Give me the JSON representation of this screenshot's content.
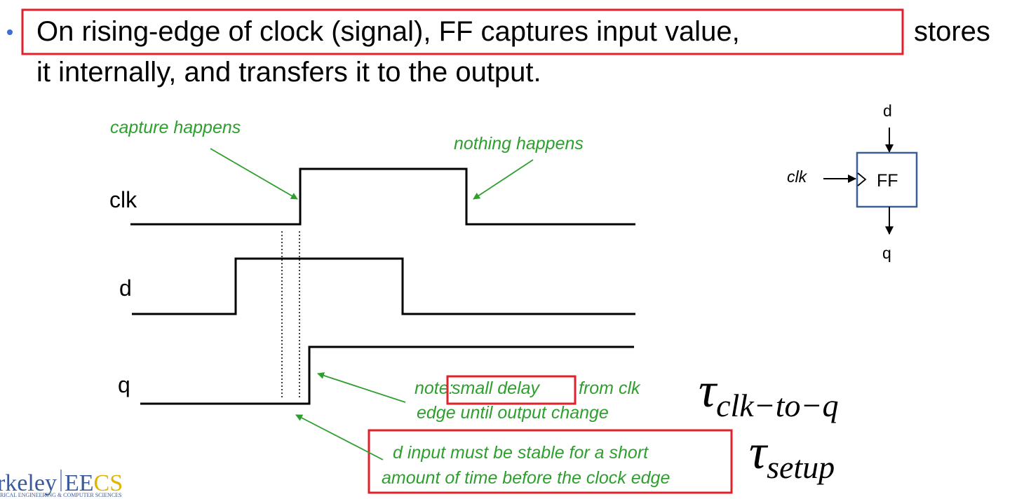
{
  "bullet": {
    "line1_boxed": "On rising-edge of clock (signal), FF captures input value,",
    "line1_rest": "stores",
    "line2": "it internally, and transfers it to the output."
  },
  "signals": {
    "clk": "clk",
    "d": "d",
    "q": "q"
  },
  "annotations": {
    "capture": "capture happens",
    "nothing": "nothing happens",
    "note_pre": "note:",
    "note_boxed": "small delay",
    "note_post": "from clk",
    "note_line2": "edge until output change",
    "setup_line1": "d input must be stable for a short",
    "setup_line2": "amount of time before the clock edge"
  },
  "ff": {
    "label": "FF",
    "in": "d",
    "out": "q",
    "clk": "clk"
  },
  "tau": {
    "symbol": "τ",
    "clk_to_q_sub": "clk−to−q",
    "setup_sub": "setup"
  },
  "logo": {
    "text_a": "rkeley",
    "text_b": "EE",
    "text_c": "CS",
    "tagline": "RICAL ENGINEERING & COMPUTER SCIENCES"
  },
  "colors": {
    "highlight_box": "#e0202a",
    "annotation": "#2e9f2e",
    "ff_box": "#3b5f95",
    "logo_blue": "#3b5a9a",
    "logo_gold": "#e0b400"
  }
}
